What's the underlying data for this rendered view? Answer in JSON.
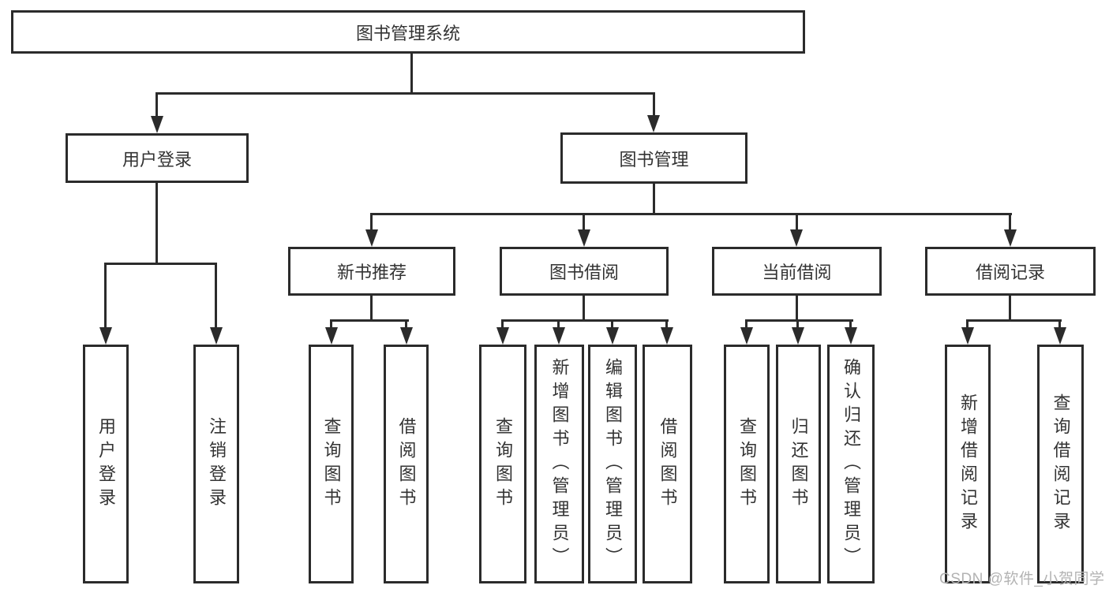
{
  "nodes": {
    "root": "图书管理系统",
    "user_login": "用户登录",
    "book_mgmt": "图书管理",
    "new_books": "新书推荐",
    "book_borrow": "图书借阅",
    "current_borrow": "当前借阅",
    "borrow_records": "借阅记录",
    "leaf_user_login": "用户登录",
    "leaf_logout": "注销登录",
    "leaf_nb_query": "查询图书",
    "leaf_nb_borrow": "借阅图书",
    "leaf_bb_query": "查询图书",
    "leaf_bb_add": "新增图书（管理员）",
    "leaf_bb_edit": "编辑图书（管理员）",
    "leaf_bb_borrow": "借阅图书",
    "leaf_cb_query": "查询图书",
    "leaf_cb_return": "归还图书",
    "leaf_cb_confirm": "确认归还（管理员）",
    "leaf_br_add": "新增借阅记录",
    "leaf_br_query": "查询借阅记录"
  },
  "watermark": "CSDN @软件_小贺同学",
  "colors": {
    "line": "#2b2b2b",
    "text": "#333333",
    "watermark": "#b3b3b3",
    "background": "#ffffff"
  }
}
